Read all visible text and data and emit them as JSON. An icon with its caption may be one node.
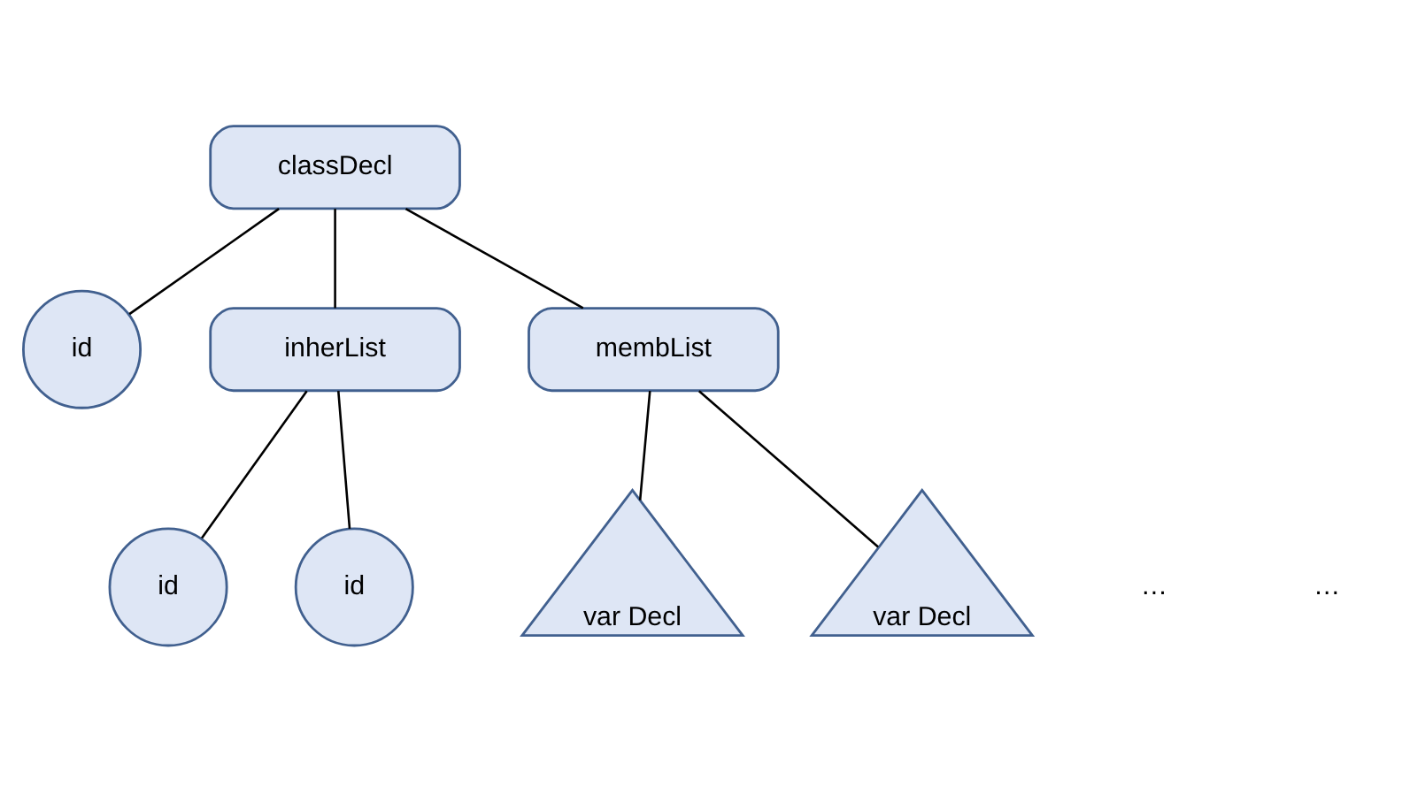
{
  "diagram": {
    "nodes": [
      {
        "text": [
          "classDecl"
        ]
      },
      {
        "text": [
          "id"
        ]
      },
      {
        "text": [
          "inherList"
        ]
      },
      {
        "text": [
          "membList"
        ]
      },
      {
        "text": [
          "id"
        ]
      },
      {
        "text": [
          "id"
        ]
      },
      {
        "text": [
          "var Decl"
        ]
      },
      {
        "text": [
          "var Decl"
        ]
      }
    ],
    "edges": [
      {
        "from": 0,
        "to": 1,
        "arrow": "none"
      },
      {
        "from": 0,
        "to": 2,
        "arrow": "none"
      },
      {
        "from": 0,
        "to": 3,
        "arrow": "none"
      },
      {
        "from": 2,
        "to": 4,
        "arrow": "none"
      },
      {
        "from": 2,
        "to": 5,
        "arrow": "none"
      },
      {
        "from": 3,
        "to": 6,
        "arrow": "none"
      },
      {
        "from": 3,
        "to": 7,
        "arrow": "none"
      }
    ],
    "labels": [
      "…",
      "…"
    ]
  }
}
